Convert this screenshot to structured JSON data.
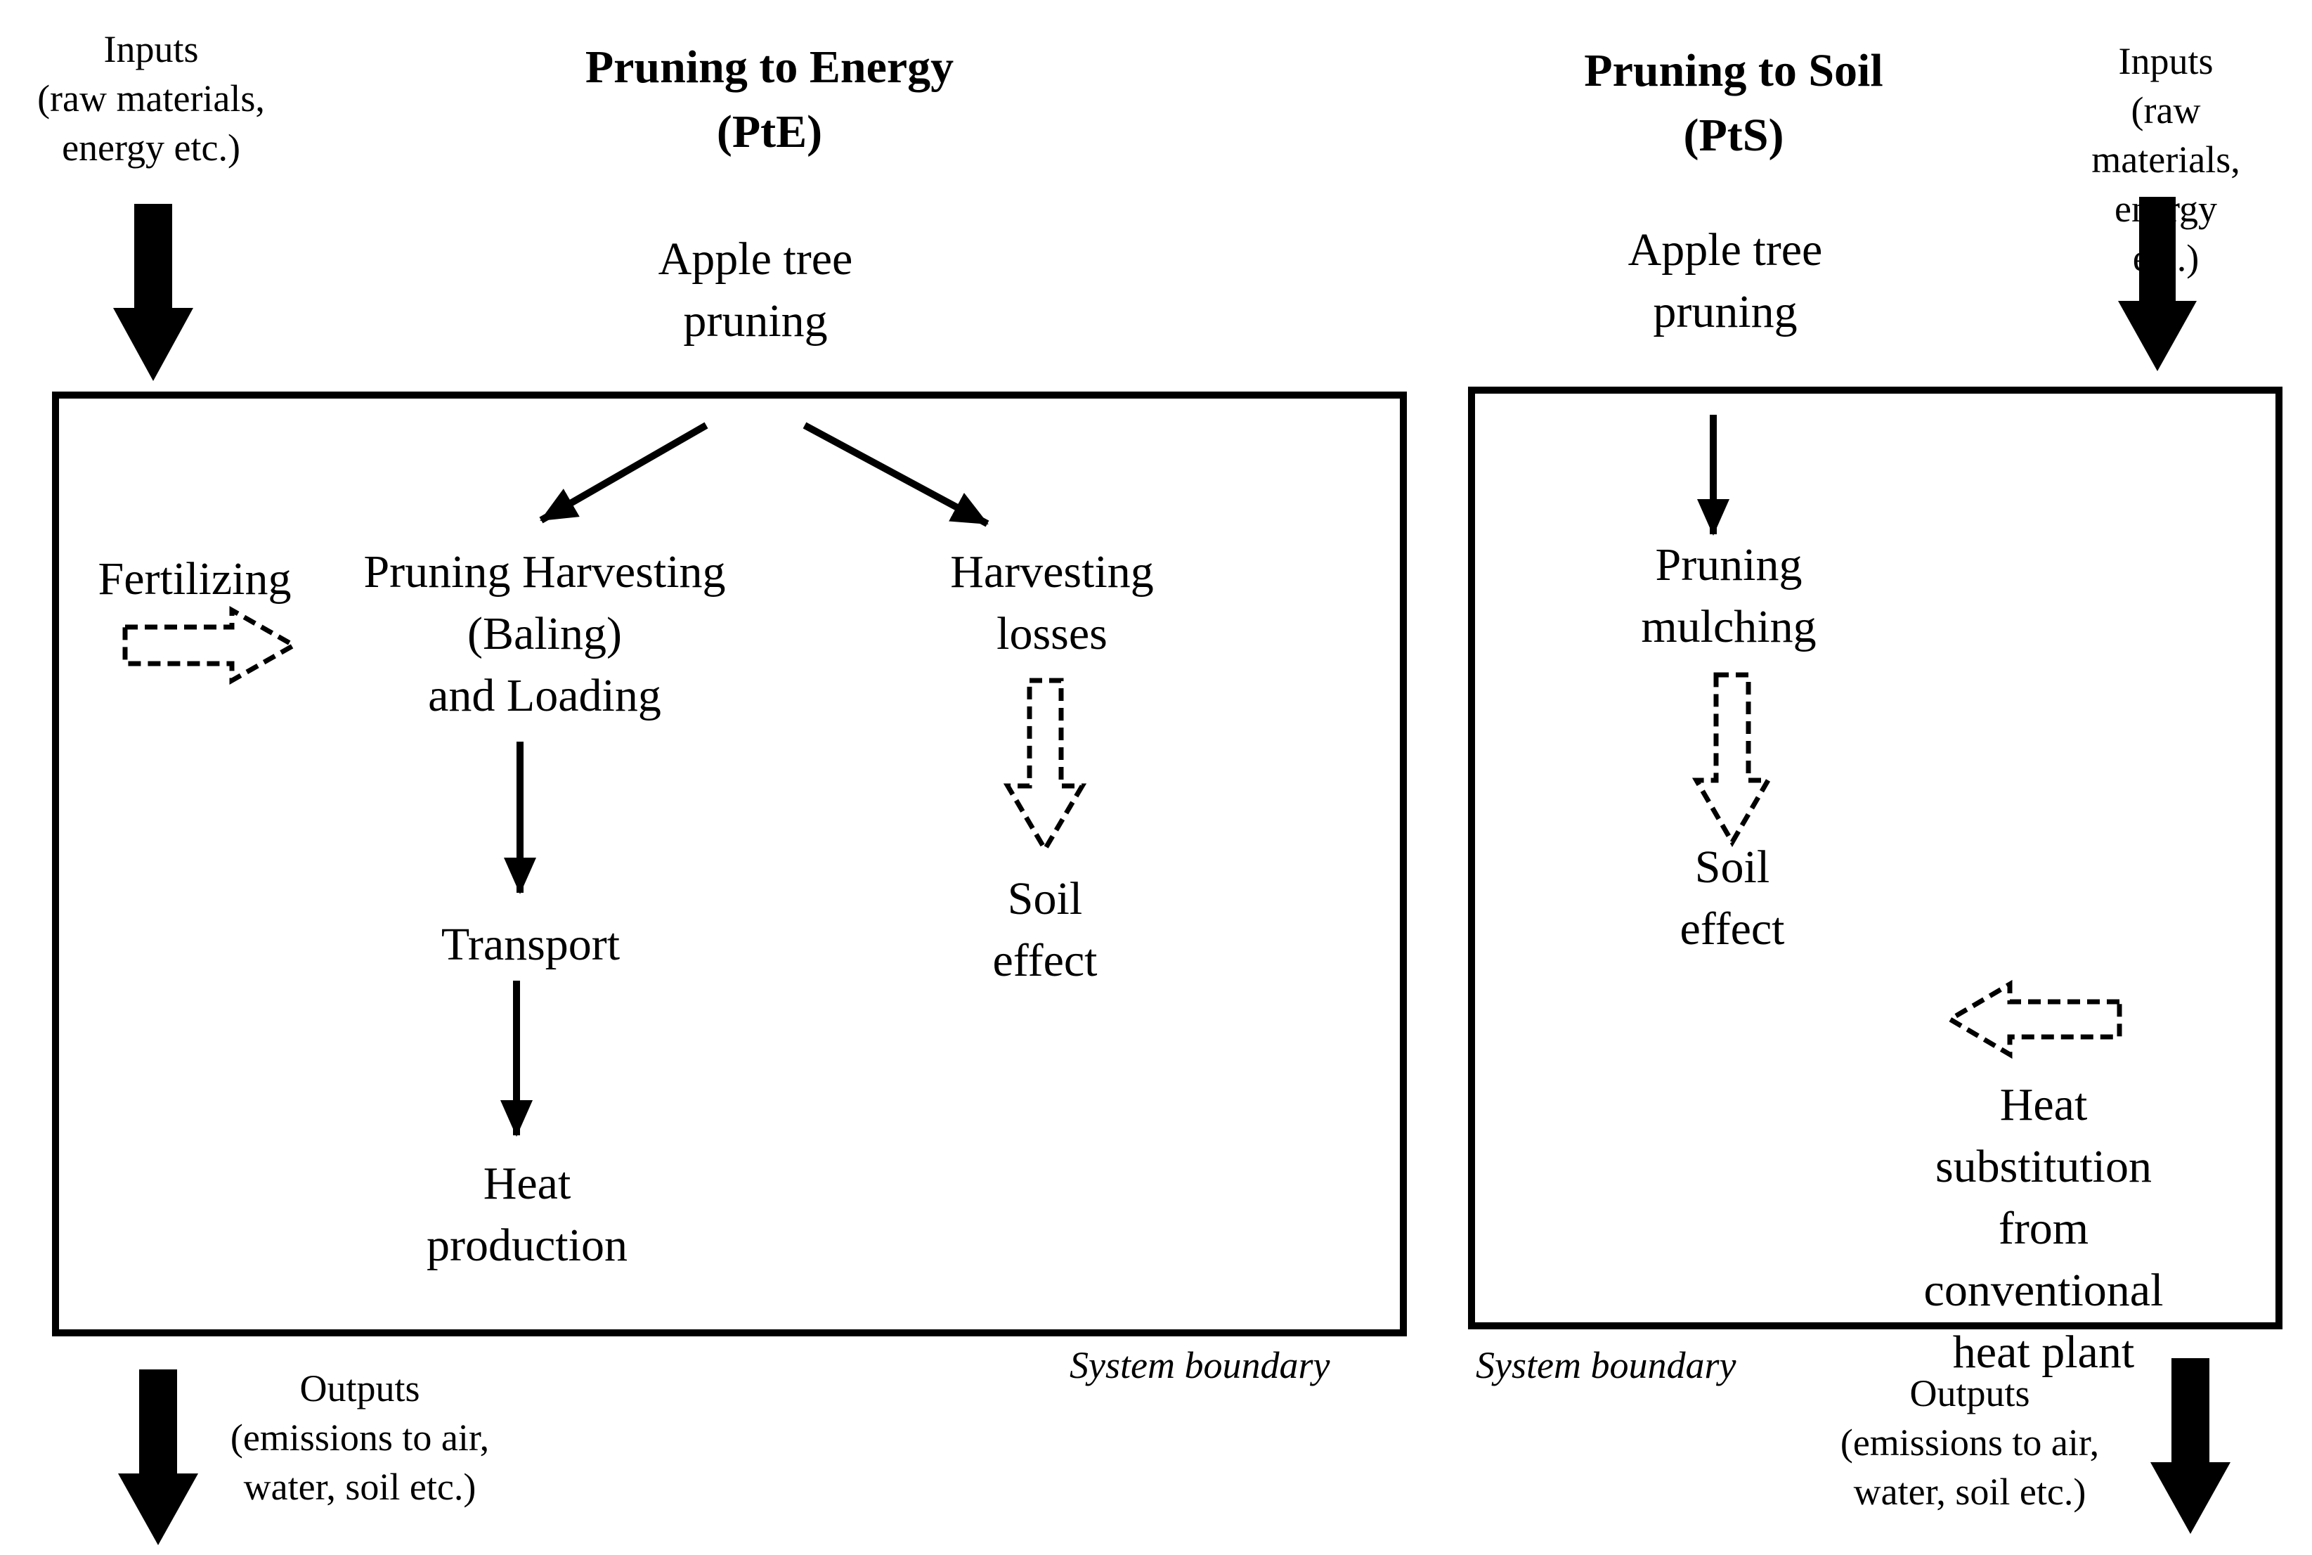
{
  "pte": {
    "title": "Pruning to Energy\n(PtE)",
    "inputs": "Inputs\n(raw materials,\nenergy etc.)",
    "source": "Apple tree\npruning",
    "fertilizing": "Fertilizing",
    "harvesting": "Pruning Harvesting\n(Baling)\nand Loading",
    "losses": "Harvesting\nlosses",
    "transport": "Transport",
    "soil_effect": "Soil\neffect",
    "heat": "Heat\nproduction",
    "boundary": "System boundary",
    "outputs": "Outputs\n(emissions to air,\nwater, soil etc.)"
  },
  "pts": {
    "title": "Pruning to Soil\n(PtS)",
    "inputs": "Inputs\n(raw materials,\nenergy etc.)",
    "source": "Apple tree\npruning",
    "mulching": "Pruning\nmulching",
    "soil_effect": "Soil\neffect",
    "heat_sub": "Heat substitution\nfrom conventional\nheat plant",
    "boundary": "System boundary",
    "outputs": "Outputs\n(emissions to air,\nwater, soil  etc.)"
  }
}
